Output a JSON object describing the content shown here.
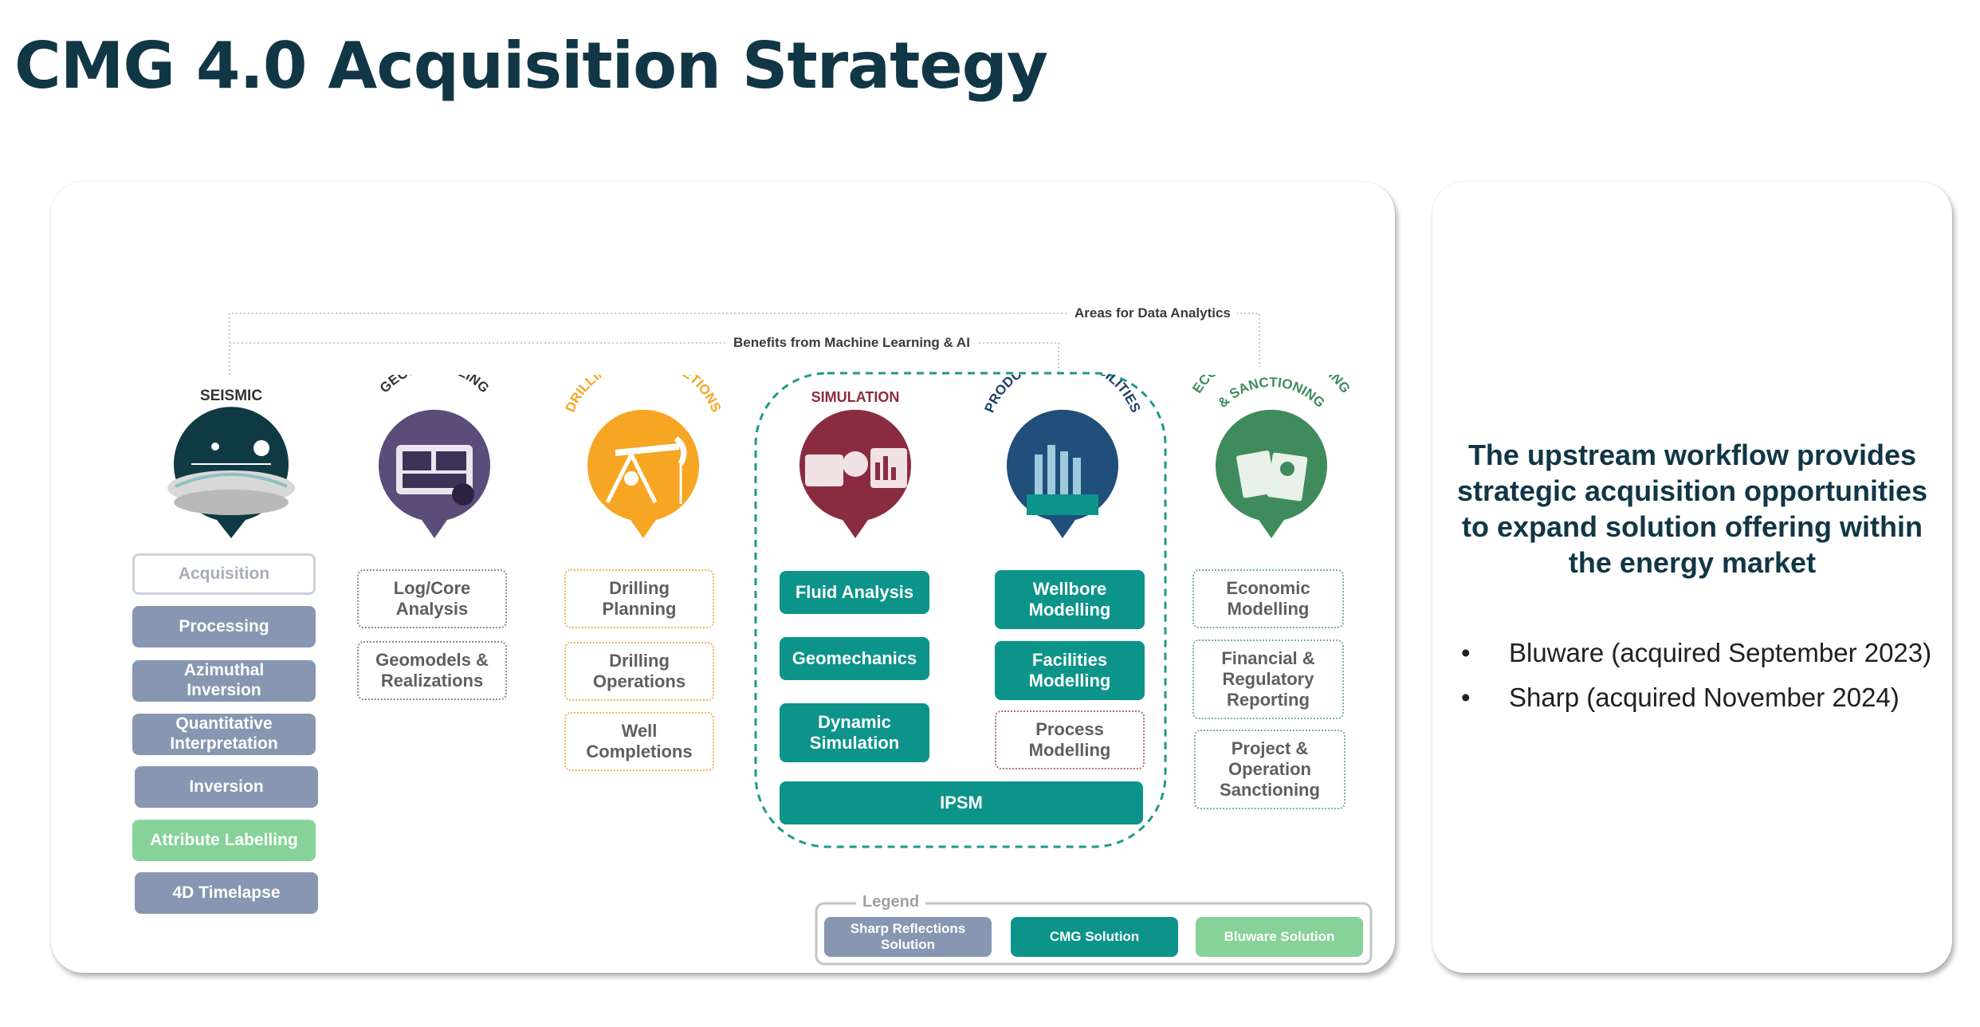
{
  "title": "CMG 4.0 Acquisition Strategy",
  "diagram": {
    "top_labels": {
      "data_analytics": "Areas for Data Analytics",
      "ml_ai": "Benefits from Machine Learning & AI"
    },
    "columns": {
      "seismic": {
        "title": "SEISMIC",
        "items": [
          "Acquisition",
          "Processing",
          "Azimuthal Inversion",
          "Quantitative Interpretation",
          "Inversion",
          "Attribute Labelling",
          "4D Timelapse"
        ]
      },
      "geomodelling": {
        "title": "GEOMODELLING",
        "items": [
          "Log/Core Analysis",
          "Geomodels & Realizations"
        ]
      },
      "drilling": {
        "title": "DRILLING & COMPLETIONS",
        "items": [
          "Drilling Planning",
          "Drilling Operations",
          "Well Completions"
        ]
      },
      "simulation": {
        "title": "SIMULATION",
        "items": [
          "Fluid Analysis",
          "Geomechanics",
          "Dynamic Simulation"
        ]
      },
      "production": {
        "title": "PRODUCTION & FACILITIES",
        "items": [
          "Wellbore Modelling",
          "Facilities Modelling",
          "Process Modelling"
        ]
      },
      "economics": {
        "title_line1": "ECONOMICS, REPORTING",
        "title_line2": "& SANCTIONING",
        "items": [
          "Economic Modelling",
          "Financial & Regulatory Reporting",
          "Project & Operation Sanctioning"
        ]
      }
    },
    "ipsm": "IPSM",
    "legend": {
      "title": "Legend",
      "items": [
        "Sharp Reflections Solution",
        "CMG Solution",
        "Bluware Solution"
      ]
    },
    "colors": {
      "seismic": "#8797b1",
      "cmg": "#0d948a",
      "bluware": "#86d298",
      "geomodelling": "#5b4d7a",
      "drilling": "#f6a623",
      "simulation": "#8a2c40",
      "production": "#1f4f7a",
      "economics": "#3f8b5c"
    }
  },
  "side": {
    "heading": "The upstream workflow provides strategic acquisition opportunities to expand solution offering within the energy market",
    "bullets": [
      "Bluware (acquired September 2023)",
      "Sharp (acquired November 2024)"
    ]
  }
}
